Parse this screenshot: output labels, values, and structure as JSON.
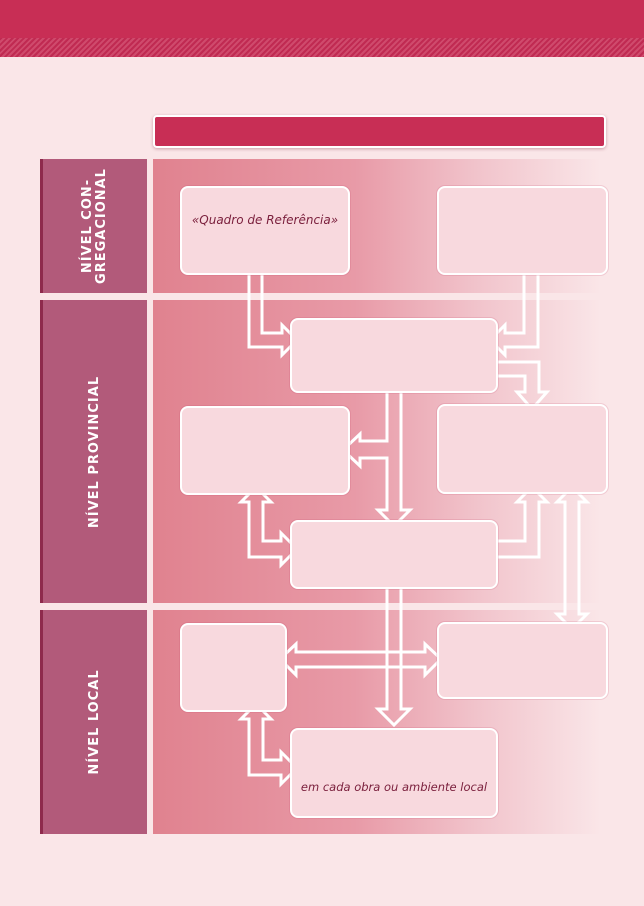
{
  "levels": {
    "congregational_line1": "NÍVEL CON-",
    "congregational_line2": "GREGACIONAL",
    "provincial": "NÍVEL PROVINCIAL",
    "local": "NÍVEL LOCAL"
  },
  "boxes": {
    "quadro": "«Quadro de Referência»",
    "local_obra": "em cada obra ou ambiente local"
  },
  "colors": {
    "header": "#c82e55",
    "level_label": "#b25a7a",
    "background": "#fae6e8",
    "box_fill": "#f8d9de",
    "arrow": "#ffffff"
  }
}
